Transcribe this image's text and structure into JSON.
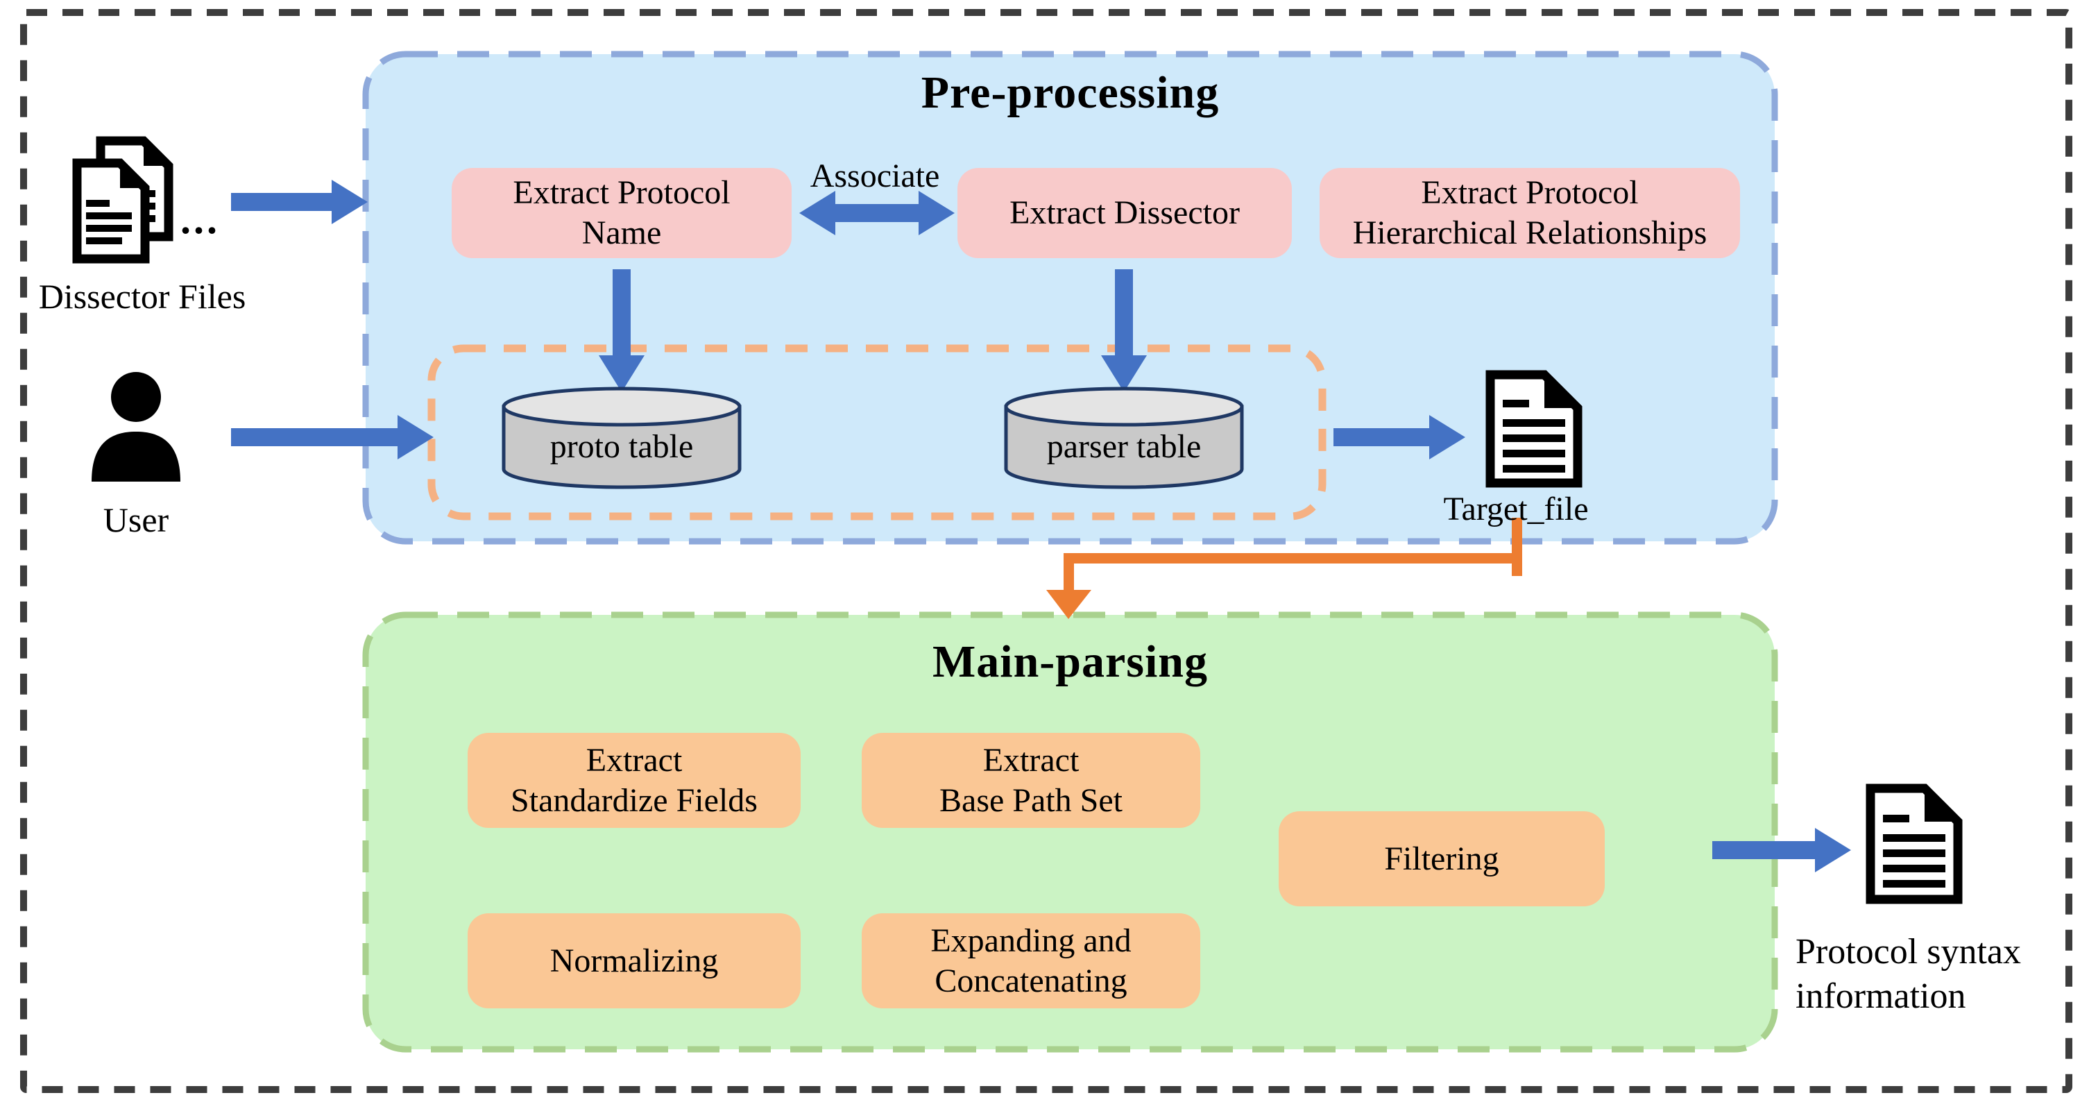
{
  "colors": {
    "blue_arrow": "#4472c4",
    "orange_arrow": "#ed7d31",
    "preprocessing_fill": "#cfe9fa",
    "preprocessing_border": "#8ea9db",
    "mainparsing_fill": "#cbf3c4",
    "mainparsing_border": "#a9d18e",
    "pink_box_fill": "#f8caca",
    "orange_box_fill": "#fac795",
    "orange_dashed_border": "#f5b183",
    "cylinder_fill": "#c9c9c9",
    "cylinder_top_fill": "#e4e4e4",
    "cylinder_stroke": "#1f3864",
    "outer_border": "#3d3d3d"
  },
  "sources": {
    "dissector_files": {
      "label": "Dissector Files",
      "ellipsis": "..."
    },
    "user": {
      "label": "User"
    }
  },
  "preprocessing": {
    "title": "Pre-processing",
    "associate": "Associate",
    "extract_protocol_name": {
      "line1": "Extract Protocol",
      "line2": "Name"
    },
    "extract_dissector": "Extract Dissector",
    "extract_hierarchical": {
      "line1": "Extract Protocol",
      "line2": "Hierarchical Relationships"
    },
    "proto_table": "proto table",
    "parser_table": "parser table",
    "target_file": "Target_file"
  },
  "main_parsing": {
    "title": "Main-parsing",
    "extract_standardize": {
      "line1": "Extract",
      "line2": "Standardize Fields"
    },
    "extract_base_path": {
      "line1": "Extract",
      "line2": "Base Path Set"
    },
    "filtering": "Filtering",
    "normalizing": "Normalizing",
    "expanding": {
      "line1": "Expanding and",
      "line2": "Concatenating"
    }
  },
  "output": {
    "protocol_syntax": {
      "line1": "Protocol syntax",
      "line2": "information"
    }
  }
}
